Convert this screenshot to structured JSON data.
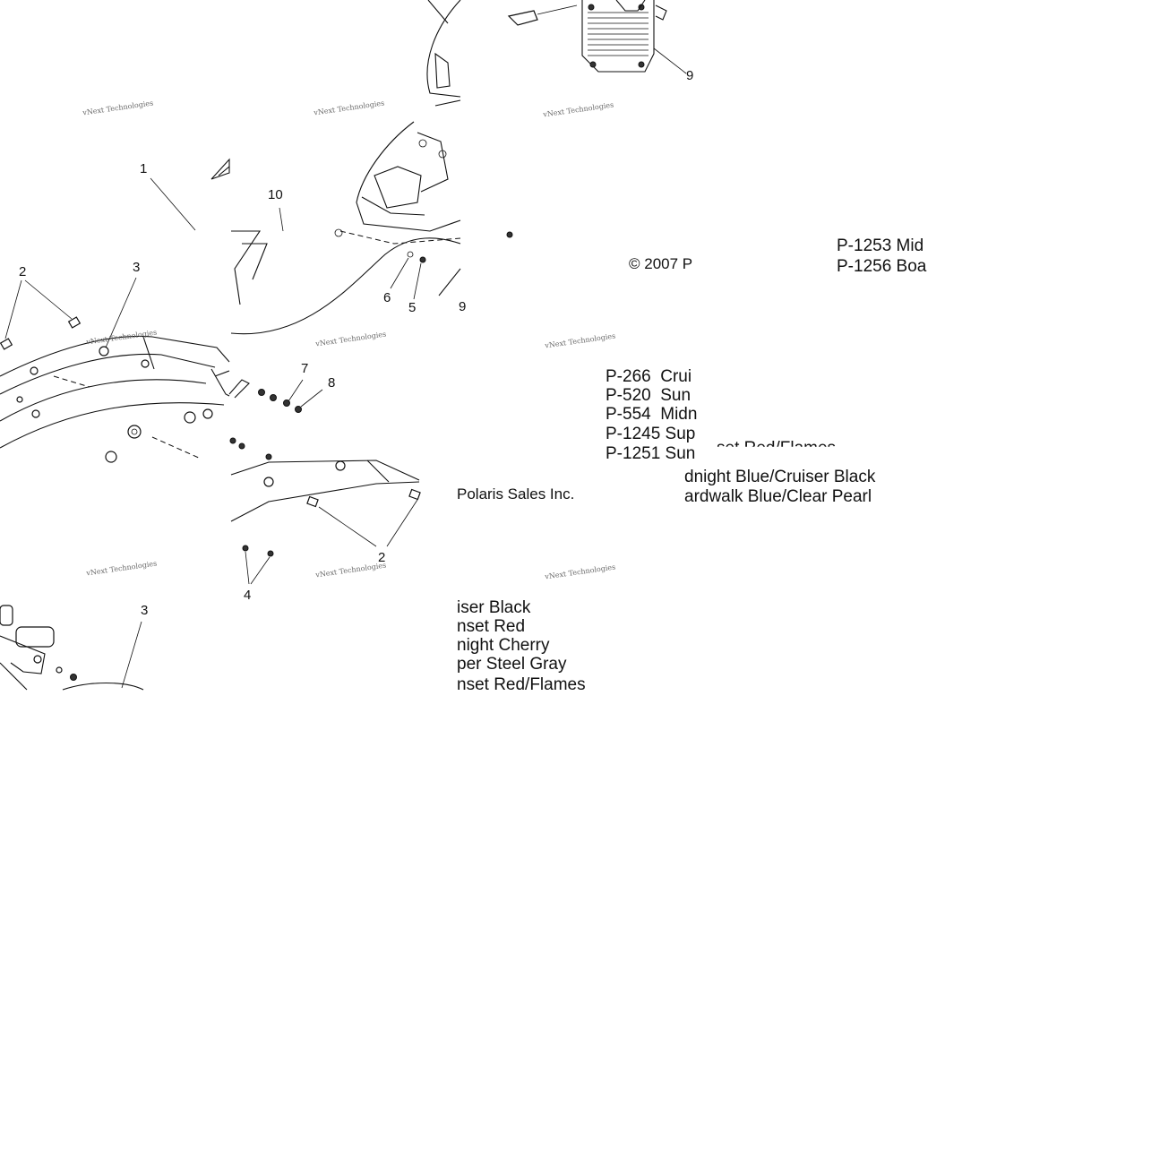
{
  "callouts": {
    "c1": "1",
    "c2a": "2",
    "c3a": "3",
    "c10": "10",
    "c6": "6",
    "c5": "5",
    "c9a": "9",
    "c9b": "9",
    "c7": "7",
    "c8": "8",
    "c2b": "2",
    "c4": "4",
    "c3b": "3"
  },
  "watermark": {
    "text": "vNext Technologies"
  },
  "copyright": {
    "part_a": "© 2007 P",
    "part_b": "Polaris Sales Inc."
  },
  "paint_list_left": {
    "codes": [
      "P-266  Crui",
      "P-520  Sun",
      "P-554  Midn",
      "P-1245 Sup",
      "P-1251 Sun"
    ],
    "fragment_overlap": "set Red/Flames",
    "continuations": [
      "iser Black",
      "nset Red",
      "night Cherry",
      "per Steel Gray",
      "nset Red/Flames"
    ]
  },
  "paint_list_right": {
    "codes": [
      "P-1253 Mid",
      "P-1256 Boa"
    ],
    "continuations": [
      "dnight Blue/Cruiser Black",
      "ardwalk Blue/Clear Pearl"
    ]
  }
}
